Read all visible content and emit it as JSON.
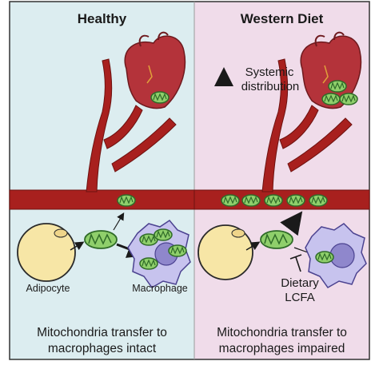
{
  "panels": {
    "left": {
      "title": "Healthy",
      "caption_line1": "Mitochondria transfer to",
      "caption_line2": "macrophages intact"
    },
    "right": {
      "title": "Western Diet",
      "caption_line1": "Mitochondria transfer to",
      "caption_line2": "macrophages impaired"
    }
  },
  "labels": {
    "adipocyte": "Adipocyte",
    "macrophage": "Macrophage",
    "systemic_line1": "Systemic",
    "systemic_line2": "distribution",
    "lcfa_line1": "Dietary",
    "lcfa_line2": "LCFA"
  },
  "colors": {
    "healthy_bg": "#dcedf0",
    "western_bg": "#f0dcea",
    "vessel": "#a8201e",
    "mito_fill": "#8fcf6b",
    "adipocyte_fill": "#f7e6a6",
    "macrophage_fill": "#c7c3ee",
    "nucleus_fill": "#8f87cc"
  },
  "icons": [
    "heart-icon",
    "mitochondrion-icon",
    "adipocyte-cell-icon",
    "macrophage-cell-icon",
    "up-arrow-icon",
    "inhibition-arrow-icon"
  ]
}
